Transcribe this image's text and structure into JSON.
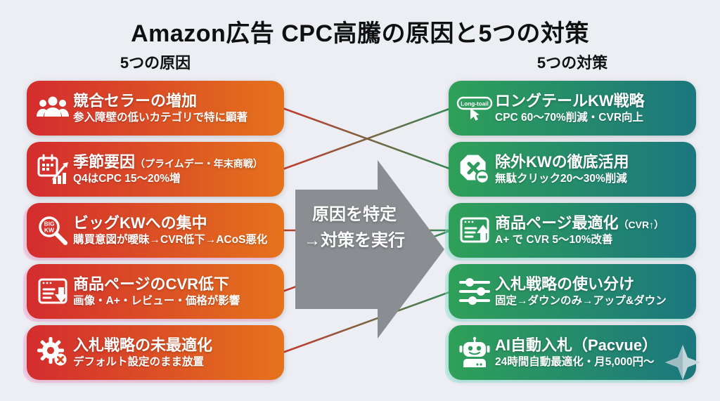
{
  "page": {
    "title": "Amazon広告 CPC高騰の原因と5つの対策",
    "left_header": "5つの原因",
    "right_header": "5つの対策",
    "background": "#edeef3"
  },
  "arrow": {
    "line1": "原因を特定",
    "line2": "→対策を実行",
    "color": "#8a8d91"
  },
  "colors": {
    "cause_gradient_start": "#d32c2e",
    "cause_gradient_end": "#e5731c",
    "solution_gradient_start": "#2fa058",
    "solution_gradient_end": "#1b777e",
    "connector_start": "#c43b2e",
    "connector_end": "#338a55"
  },
  "causes": {
    "items": [
      {
        "icon": "people-group",
        "title": "競合セラーの増加",
        "subtitle": "参入障壁の低いカテゴリで特に顕著"
      },
      {
        "icon": "calendar-trend",
        "title": "季節要因",
        "title_small": "（プライムデー・年末商戦）",
        "subtitle": "Q4はCPC 15〜20%増"
      },
      {
        "icon": "big-kw-magnifier",
        "icon_label_top": "BIG",
        "icon_label_bottom": "KW",
        "title": "ビッグKWへの集中",
        "subtitle": "購買意図が曖昧→CVR低下→ACoS悪化"
      },
      {
        "icon": "product-page-down",
        "title": "商品ページのCVR低下",
        "subtitle": "画像・A+・レビュー・価格が影響"
      },
      {
        "icon": "gear-error",
        "title": "入札戦略の未最適化",
        "subtitle": "デフォルト設定のまま放置"
      }
    ]
  },
  "solutions": {
    "items": [
      {
        "icon": "longtail-cursor",
        "icon_label": "Long-toail",
        "title": "ロングテールKW戦略",
        "subtitle": "CPC 60〜70%削減・CVR向上"
      },
      {
        "icon": "exclude-octagon",
        "title": "除外KWの徹底活用",
        "subtitle": "無駄クリック20〜30%削減"
      },
      {
        "icon": "product-page-up",
        "title": "商品ページ最適化",
        "title_small": "（CVR↑）",
        "subtitle": "A+ で CVR 5〜10%改善"
      },
      {
        "icon": "sliders",
        "title": "入札戦略の使い分け",
        "subtitle": "固定→ダウンのみ→アップ&ダウン"
      },
      {
        "icon": "robot",
        "title": "AI自動入札（Pacvue）",
        "subtitle": "24時間自動最適化・月5,000円〜"
      }
    ]
  },
  "connectors": [
    {
      "cause": 1,
      "solution": 2
    },
    {
      "cause": 2,
      "solution": 1
    },
    {
      "cause": 3,
      "solution": 3
    },
    {
      "cause": 4,
      "solution": 3
    },
    {
      "cause": 5,
      "solution": 4
    }
  ]
}
